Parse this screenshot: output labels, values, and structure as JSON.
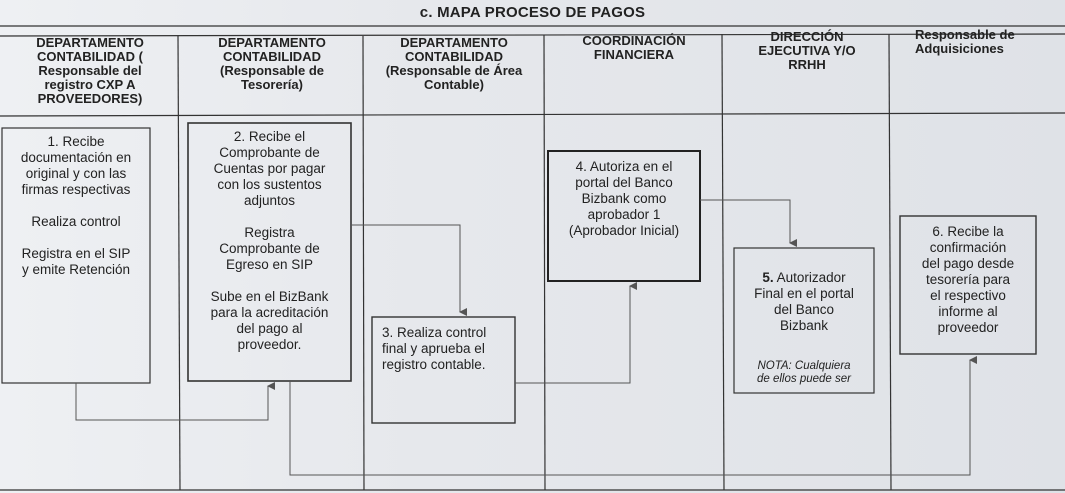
{
  "title": "c.  MAPA PROCESO DE PAGOS",
  "columns": [
    {
      "label": "DEPARTAMENTO\nCONTABILIDAD (\nResponsable del\nregistro CXP A\nPROVEEDORES)"
    },
    {
      "label": "DEPARTAMENTO\nCONTABILIDAD\n(Responsable de\nTesorería)"
    },
    {
      "label": "DEPARTAMENTO\nCONTABILIDAD\n(Responsable de Área\nContable)"
    },
    {
      "label": "COORDINACIÓN\nFINANCIERA"
    },
    {
      "label": "DIRECCIÓN\nEJECUTIVA Y/O\nRRHH"
    },
    {
      "label": "Responsable de\nAdquisiciones"
    }
  ],
  "steps": {
    "s1": "1.  Recibe\ndocumentación en\noriginal y con las\nfirmas respectivas\n\nRealiza control\n\nRegistra en el SIP\ny emite Retención",
    "s2": "2. Recibe el\nComprobante de\nCuentas por pagar\ncon los sustentos\nadjuntos\n\nRegistra\nComprobante de\nEgreso en SIP\n\nSube en el BizBank\npara la acreditación\ndel pago al\nproveedor.",
    "s3": "3. Realiza control\nfinal  y aprueba  el\nregistro contable.",
    "s4": "4. Autoriza en el\nportal del Banco\nBizbank como\naprobador 1\n(Aprobador Inicial)",
    "s5_num": "5.",
    "s5": " Autorizador\nFinal  en el portal\ndel Banco\nBizbank",
    "s5_note": "NOTA: Cualquiera\nde ellos puede ser",
    "s6": "6. Recibe la\nconfirmación\ndel pago desde\ntesorería para\nel respectivo\ninforme al\nproveedor"
  }
}
